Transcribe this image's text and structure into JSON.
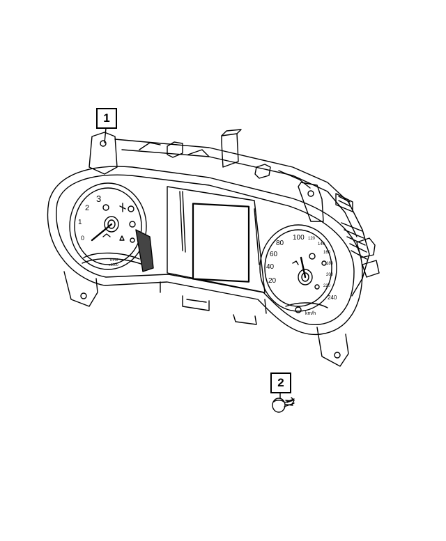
{
  "callouts": [
    {
      "label": "1"
    },
    {
      "label": "2"
    }
  ],
  "tachometer": {
    "ticks": [
      "3",
      "2",
      "1",
      "0"
    ],
    "label_line1": "RPM",
    "label_line2": "x1000"
  },
  "speedometer": {
    "ticks": [
      "100",
      "80",
      "60",
      "40",
      "20",
      "120",
      "140",
      "160",
      "180",
      "200",
      "220",
      "240"
    ],
    "unit": "km/h"
  }
}
